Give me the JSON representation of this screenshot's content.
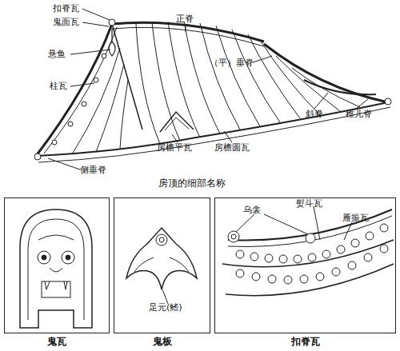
{
  "diagram": {
    "caption": "房顶的细部名称",
    "nodes": [
      {
        "text": [
          "鬼瓦"
        ]
      },
      {
        "text": [
          "鬼板"
        ]
      },
      {
        "text": [
          "扣脊瓦"
        ]
      }
    ],
    "labels": [
      "扣脊瓦",
      "鬼面瓦",
      "悬鱼",
      "柱瓦",
      "侧垂脊",
      "正脊",
      "（平）垂脊",
      "斜脊",
      "稚儿脊",
      "房檐平瓦",
      "房檐圆瓦",
      "足元(鳍)",
      "乌衾",
      "熨斗瓦",
      "雁振瓦"
    ]
  }
}
